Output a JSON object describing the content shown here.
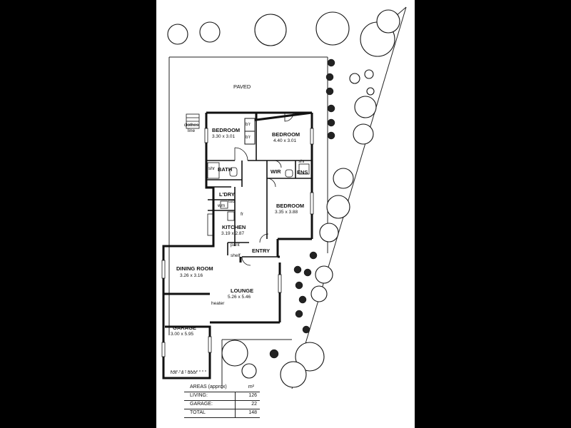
{
  "plan": {
    "labels": {
      "paved": "PAVED",
      "clothes_line": "clothes line",
      "bedroom1_name": "BEDROOM",
      "bedroom1_dim": "3.30 x 3.01",
      "bedroom2_name": "BEDROOM",
      "bedroom2_dim": "4.40 x 3.01",
      "robe_a": "b'r",
      "robe_b": "b'r",
      "bath": "BATH",
      "shr_bath": "shr",
      "wir": "WIR",
      "ens": "ENS",
      "shr_ens": "shr",
      "laundry": "L'DRY",
      "bedroom3_name": "BEDROOM",
      "bedroom3_dim": "3.35 x 3.88",
      "wm": "wm",
      "tub": "tub",
      "fr": "fr",
      "kitchen_name": "KITCHEN",
      "kitchen_dim": "3.19 x 2.87",
      "pant": "pant",
      "shelf": "shelf",
      "entry": "ENTRY",
      "dining_name": "DINING ROOM",
      "dining_dim": "3.26 x 3.16",
      "lounge_name": "LOUNGE",
      "lounge_dim": "5.26 x 5.46",
      "heater": "heater",
      "garage_name": "GARAGE",
      "garage_dim": "3.00 x 5.95",
      "roll_door": "roll - a - door"
    }
  },
  "areas": {
    "title": "AREAS (approx)",
    "unit": "m²",
    "rows": [
      {
        "label": "LIVING:",
        "value": "126"
      },
      {
        "label": "GARAGE:",
        "value": "22"
      },
      {
        "label": "TOTAL",
        "value": "148"
      }
    ]
  }
}
